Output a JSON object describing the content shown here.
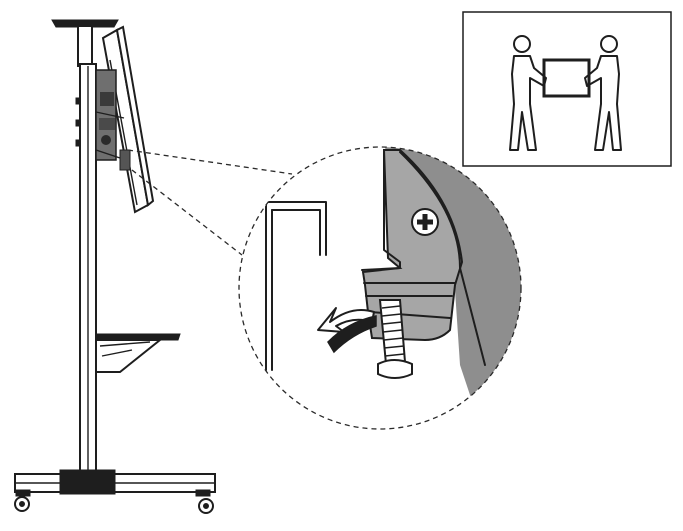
{
  "figure": {
    "kind": "assembly-instruction-illustration",
    "panels": [
      {
        "name": "mobile-tv-stand",
        "icon": "tv-stand-with-mounted-panel-icon"
      },
      {
        "name": "detail-magnifier",
        "icon": "bracket-screw-loosen-icon"
      },
      {
        "name": "two-person-lift-box",
        "icon": "two-people-carrying-panel-icon"
      }
    ],
    "colors": {
      "line": "#1e1e1e",
      "bracket_gray": "#9a9a9a",
      "magnifier_shadow": "#8e8e8e",
      "background": "#ffffff"
    }
  }
}
